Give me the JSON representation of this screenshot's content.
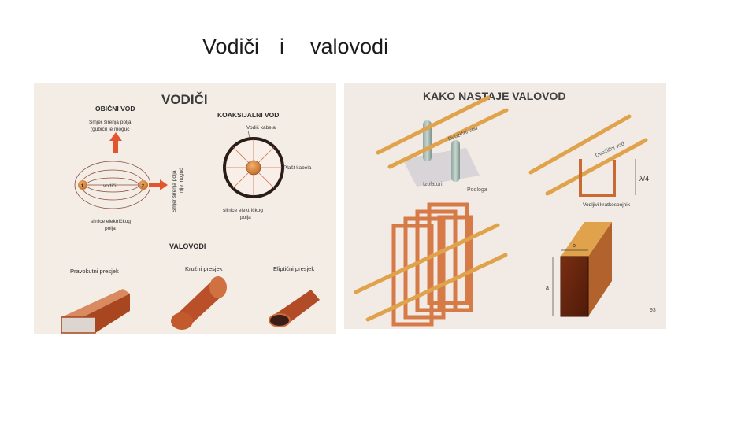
{
  "slide": {
    "title_parts": [
      "Vodiči",
      "i",
      "valovodi"
    ]
  },
  "left_image": {
    "header": "VODIČI",
    "obicni": {
      "title": "OBIČNI VOD",
      "direction_label_1": "Smjer širenja polja",
      "direction_label_2": "(gubici) je moguć",
      "vertical_label_1": "Smjer širenja polja",
      "vertical_label_2": "nije moguć",
      "conductor_label": "vodiči",
      "node_1": "1",
      "node_2": "2",
      "lines_label_1": "silnice električkog",
      "lines_label_2": "polja"
    },
    "koaksijalni": {
      "title": "KOAKSIJALNI VOD",
      "inner_label": "Vodič kabela",
      "shell_label": "Plašt kabela",
      "lines_label_1": "silnice električkog",
      "lines_label_2": "polja"
    },
    "valovodi_title": "VALOVODI",
    "sections": [
      "Pravokutni presjek",
      "Kružni presjek",
      "Eliptični presjek"
    ]
  },
  "right_image": {
    "header": "KAKO NASTAJE VALOVOD",
    "line_label_1": "Dvožični vod",
    "line_label_2": "Dvožični vod",
    "insulator_label": "Izolatori",
    "base_label": "Podloga",
    "quarter_wave": "λ/4",
    "short_label": "Vodljivi kratkospojnik",
    "dim_b": "b",
    "dim_a": "a",
    "page_number": "93"
  },
  "colors": {
    "copper": "#b5522a",
    "copper_dark": "#7a2e12",
    "wire_orange": "#e0a24a",
    "arrow_red": "#e2562f",
    "paper_left": "#f4ede6",
    "paper_right": "#f2ebe5"
  }
}
